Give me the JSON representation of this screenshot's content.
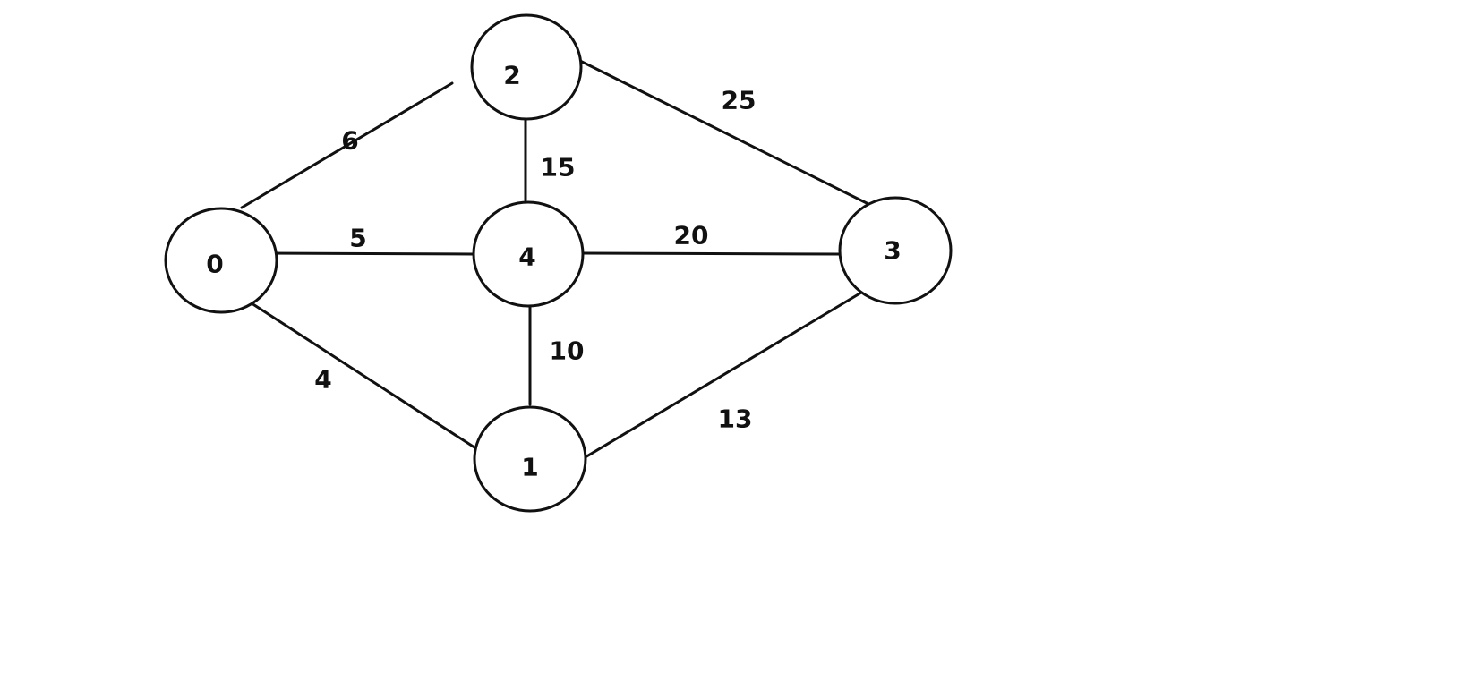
{
  "graph": {
    "nodes": [
      "0",
      "1",
      "2",
      "3",
      "4"
    ],
    "edges": [
      {
        "from": "0",
        "to": "2",
        "weight": "6"
      },
      {
        "from": "0",
        "to": "4",
        "weight": "5"
      },
      {
        "from": "0",
        "to": "1",
        "weight": "4"
      },
      {
        "from": "2",
        "to": "4",
        "weight": "15"
      },
      {
        "from": "2",
        "to": "3",
        "weight": "25"
      },
      {
        "from": "4",
        "to": "3",
        "weight": "20"
      },
      {
        "from": "4",
        "to": "1",
        "weight": "10"
      },
      {
        "from": "1",
        "to": "3",
        "weight": "13"
      }
    ]
  }
}
